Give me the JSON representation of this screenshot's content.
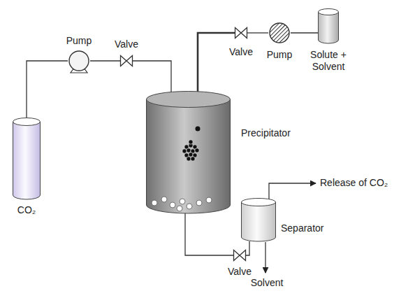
{
  "diagram": {
    "nodes": [
      {
        "text": [
          "CO₂"
        ]
      },
      {
        "text": [
          "Pump"
        ]
      },
      {
        "text": [
          "Valve"
        ]
      },
      {
        "text": [
          "Precipitator"
        ]
      },
      {
        "text": [
          "Valve"
        ]
      },
      {
        "text": [
          "Pump"
        ]
      },
      {
        "text": [
          "Solute + Solvent"
        ]
      },
      {
        "text": [
          "Separator"
        ]
      },
      {
        "text": [
          "Valve"
        ]
      }
    ],
    "edges": [
      {
        "from": 0,
        "to": 1,
        "arrow": "none"
      },
      {
        "from": 1,
        "to": 2,
        "arrow": "none"
      },
      {
        "from": 2,
        "to": 3,
        "arrow": "to"
      },
      {
        "from": 6,
        "to": 5,
        "arrow": "none"
      },
      {
        "from": 5,
        "to": 4,
        "arrow": "none"
      },
      {
        "from": 4,
        "to": 3,
        "arrow": "to"
      },
      {
        "from": 3,
        "to": 8,
        "arrow": "none"
      },
      {
        "from": 8,
        "to": 7,
        "arrow": "none"
      }
    ],
    "labels": [
      "Release of CO₂",
      "Solvent"
    ]
  }
}
